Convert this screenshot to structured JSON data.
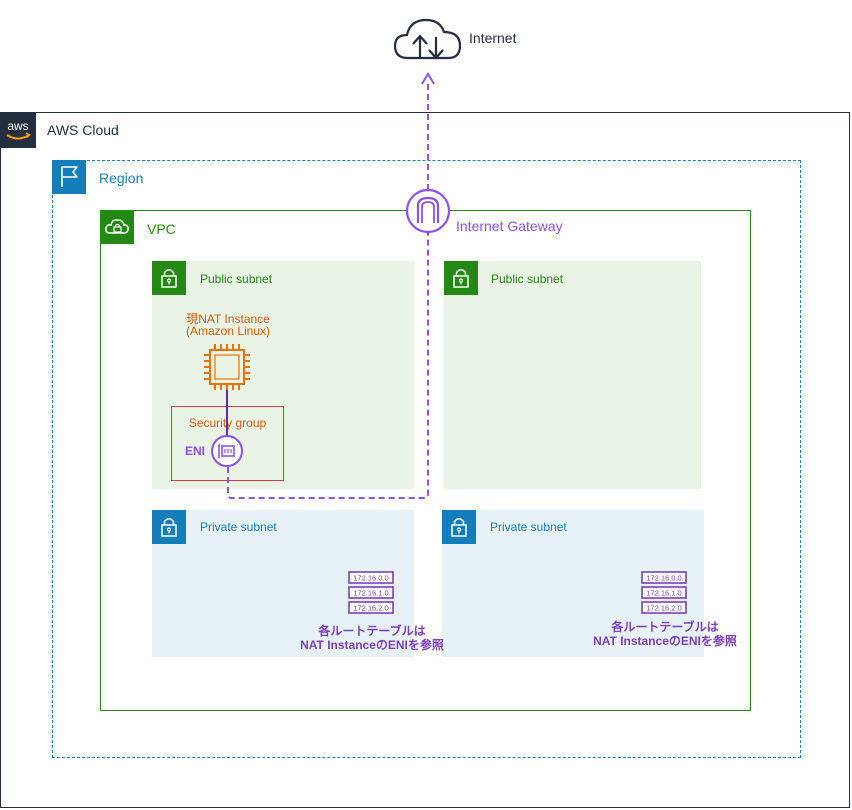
{
  "internet": {
    "label": "Internet"
  },
  "aws_cloud": {
    "label": "AWS Cloud",
    "logo_text": "aws"
  },
  "region": {
    "label": "Region"
  },
  "vpc": {
    "label": "VPC"
  },
  "igw": {
    "label": "Internet Gateway"
  },
  "public_subnet_1": {
    "label": "Public subnet"
  },
  "public_subnet_2": {
    "label": "Public subnet"
  },
  "private_subnet_1": {
    "label": "Private subnet"
  },
  "private_subnet_2": {
    "label": "Private subnet"
  },
  "nat_instance": {
    "line1": "現NAT Instance",
    "line2": "(Amazon Linux)"
  },
  "security_group": {
    "label": "Security group"
  },
  "eni": {
    "label": "ENI"
  },
  "route_table_1": {
    "entries": [
      "172.16.0.0",
      "172.16.1.0",
      "172.16.2.0"
    ],
    "note_line1": "各ルートテーブルは",
    "note_line2": "NAT InstanceのENIを参照"
  },
  "route_table_2": {
    "entries": [
      "172.16.0.0",
      "172.16.1.0",
      "172.16.2.0"
    ],
    "note_line1": "各ルートテーブルは",
    "note_line2": "NAT InstanceのENIを参照"
  },
  "colors": {
    "aws_dark": "#232f3e",
    "region_blue": "#147eba",
    "vpc_green": "#248814",
    "igw_purple": "#8c4fff",
    "route_purple": "#7d3fb8",
    "ec2_orange": "#ed7100",
    "sg_red": "#dd344c"
  },
  "icons": [
    "cloud-up-down-icon",
    "aws-logo-icon",
    "region-flag-icon",
    "vpc-cloud-lock-icon",
    "internet-gateway-icon",
    "lock-icon",
    "ec2-chip-icon",
    "eni-icon",
    "route-table-icon"
  ]
}
